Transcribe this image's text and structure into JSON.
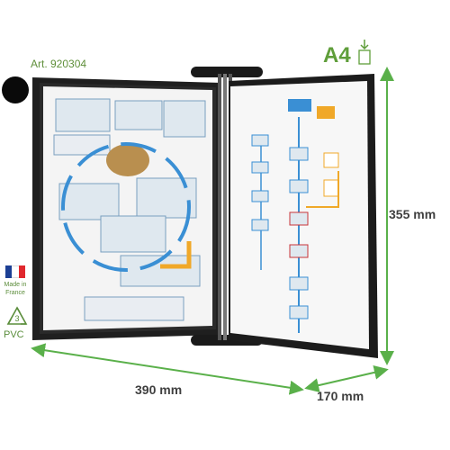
{
  "product": {
    "article": "Art. 920304",
    "format": "A4",
    "color_swatch_hex": "#0a0a0a",
    "made_in": "Made in France",
    "recycle_code": "3",
    "material": "PVC"
  },
  "dimensions": {
    "height": "355 mm",
    "width": "390 mm",
    "depth": "170 mm"
  },
  "colors": {
    "accent": "#5f9e3a",
    "arrow": "#5ab04a",
    "frame": "#1a1a1a"
  },
  "icons": {
    "format_icon": "document-download-icon",
    "flag_icon": "france-flag-icon",
    "recycle_icon": "recycle-icon"
  }
}
